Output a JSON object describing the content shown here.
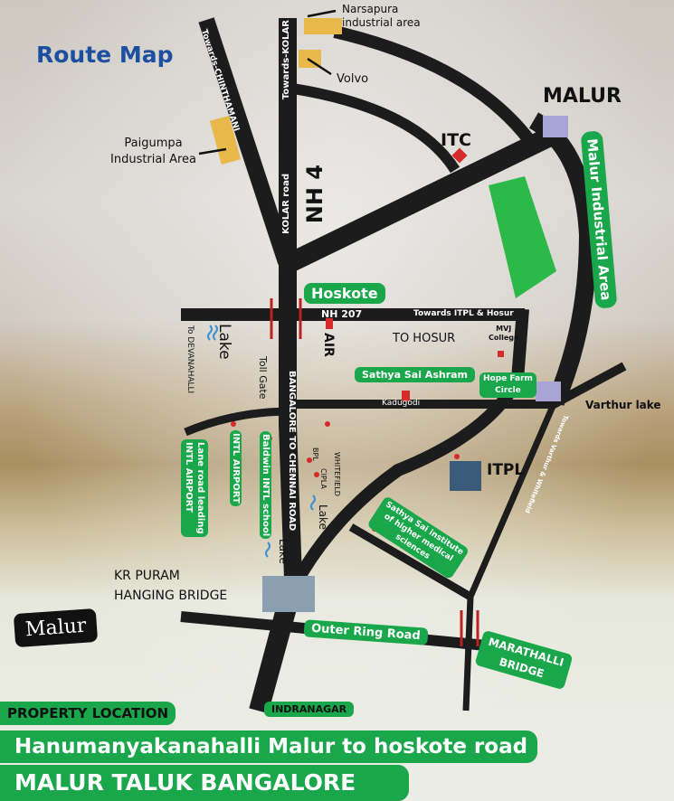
{
  "title": "Route Map",
  "places": {
    "narsapura": "Narsapura\nindustrial area",
    "volvo": "Volvo",
    "paigumpa": "Paigumpa\nIndustrial Area",
    "malur": "MALUR",
    "itc": "ITC",
    "nh4": "NH 4",
    "towards_kolar": "Towards-KOLAR",
    "kolar_road": "KOLAR road",
    "towards_chinthamani": "Towards-CHINTHAMANI",
    "malur_industrial_area": "Malur Industrial Area",
    "hoskote": "Hoskote",
    "nh207": "NH 207",
    "towards_itpl_hosur": "Towards ITPL & Hosur",
    "lake": "Lake",
    "to_devanahalli": "To DEVANAHALLI",
    "air": "AIR",
    "to_hosur": "TO HOSUR",
    "mvj_college": "MVJ\nCollege",
    "toll_gate": "Toll Gate",
    "sathya_sai_ashram": "Sathya Sai Ashram",
    "hope_farm_circle": "Hope Farm\nCircle",
    "kadugodi": "Kadugodi",
    "varthur_lake": "Varthur lake",
    "bangalore_chennai_road": "BANGALORE TO CHENNAI ROAD",
    "lane_road": "Lane road leading\nINTL AIRPORT",
    "intl_airport": "INTL AIRPORT",
    "baldwin": "Baldwin INTL school",
    "bpl": "BPL",
    "cipla": "CIPLA",
    "whitefield": "WHITEFIELD",
    "itpl": "ITPL",
    "towards_varthur": "Towards Varthur & Whitefield",
    "sathya_sai_institute": "Sathya Sai institute\nof higher medical\nsciences",
    "kr_puram": "KR PURAM\nHANGING BRIDGE",
    "malur_tag": "Malur",
    "outer_ring_road": "Outer Ring Road",
    "marathalli": "MARATHALLI\nBRIDGE",
    "indranagar": "INDRANAGAR"
  },
  "footer": {
    "label": "PROPERTY LOCATION",
    "line1": "Hanumanyakanahalli Malur to hoskote road",
    "line2": "MALUR TALUK BANGALORE"
  },
  "colors": {
    "road": "#1c1c1c",
    "green": "#1aa64a",
    "title_blue": "#1c4fa0",
    "marker_red": "#d62b2b",
    "malur_box": "#a9a3d6"
  }
}
